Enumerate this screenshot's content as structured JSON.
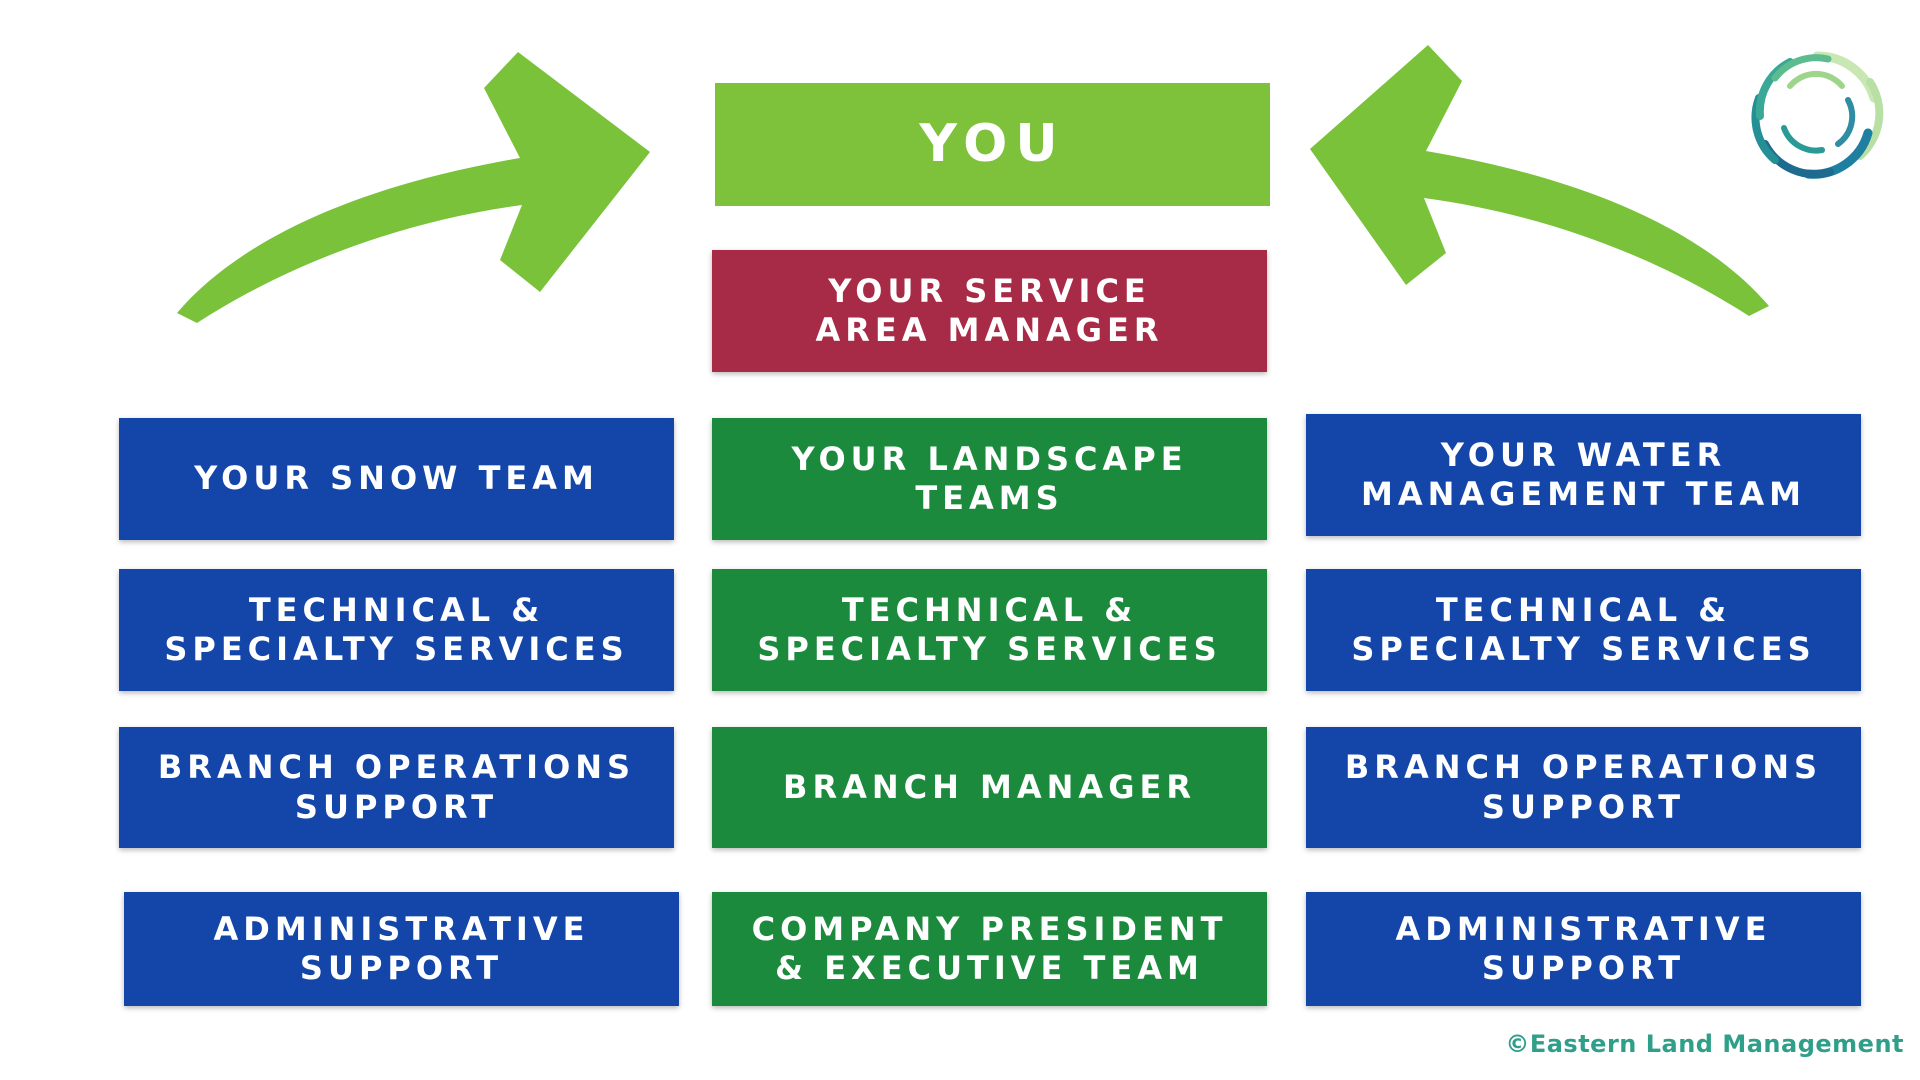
{
  "colors": {
    "you_green": "#7dc23a",
    "manager_red": "#a72a46",
    "team_blue": "#1346a8",
    "team_green": "#1c8a3c",
    "arrow_green": "#79c23a",
    "copyright_teal": "#2f9f8a"
  },
  "top": {
    "you": "YOU",
    "service_area_manager": "YOUR SERVICE\nAREA MANAGER"
  },
  "columns": {
    "left": [
      "YOUR SNOW TEAM",
      "TECHNICAL &\nSPECIALTY SERVICES",
      "BRANCH OPERATIONS\nSUPPORT",
      "ADMINISTRATIVE\nSUPPORT"
    ],
    "middle": [
      "YOUR LANDSCAPE\nTEAMS",
      "TECHNICAL &\nSPECIALTY SERVICES",
      "BRANCH MANAGER",
      "COMPANY PRESIDENT\n& EXECUTIVE TEAM"
    ],
    "right": [
      "YOUR WATER\nMANAGEMENT TEAM",
      "TECHNICAL &\nSPECIALTY SERVICES",
      "BRANCH OPERATIONS\nSUPPORT",
      "ADMINISTRATIVE\nSUPPORT"
    ]
  },
  "icons": {
    "left_arrow": "curved-arrow-right-icon",
    "right_arrow": "curved-arrow-left-icon",
    "logo": "swirl-logo-icon"
  },
  "footer": {
    "copyright": "©Eastern Land Management"
  }
}
